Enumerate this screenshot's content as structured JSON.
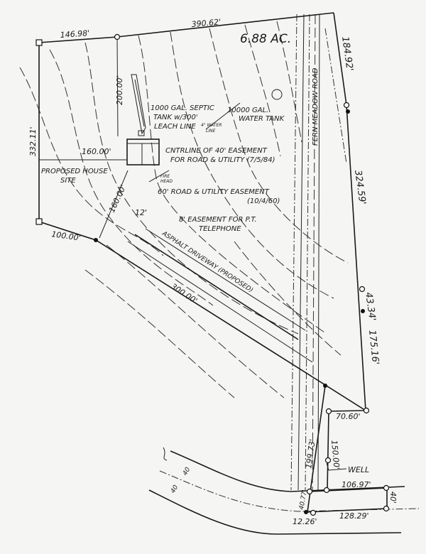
{
  "acreage": "6.88 AC.",
  "dimensions": {
    "top_total": "390.62'",
    "top_west": "146.98'",
    "east_upper": "184.92'",
    "east_middle": "324.59'",
    "east_short": "43.34'",
    "east_lower": "175.16'",
    "west": "332.11'",
    "house_offset": "160.00'",
    "house_to_top": "200.00'",
    "house_to_south": "160.00'",
    "driveway_width": "12'",
    "southwest": "100.00'",
    "south_diagonal": "300.00'",
    "jog": "70.60'",
    "well_leg": "150.00'",
    "road_leg": "199.73'",
    "strip_top": "106.97'",
    "strip_end": "40'",
    "strip_bottom": "128.29'",
    "strip_west": "40.77'",
    "strip_corner": "12.26'",
    "road_width_a": "40",
    "road_width_b": "40"
  },
  "labels": {
    "septic": [
      "1000 GAL. SEPTIC",
      "TANK w/300'",
      "LEACH LINE"
    ],
    "water_tank": [
      "10000 GAL.",
      "WATER TANK"
    ],
    "water_line": [
      "4\" WATER",
      "LINE"
    ],
    "easement_40": [
      "CNTRLINE OF 40' EASEMENT",
      "FOR ROAD & UTILITY (7/5/84)"
    ],
    "fire_head": [
      "FIRE",
      "HEAD"
    ],
    "easement_60": [
      "60' ROAD & UTILITY EASEMENT",
      "(10/4/60)"
    ],
    "easement_8": [
      "8' EASEMENT FOR P.T.",
      "TELEPHONE"
    ],
    "house_site": [
      "PROPOSED HOUSE",
      "SITE"
    ],
    "road_name": "FERN MEADOW ROAD",
    "driveway": "ASPHALT DRIVEWAY (PROPOSED)",
    "well": "WELL"
  }
}
